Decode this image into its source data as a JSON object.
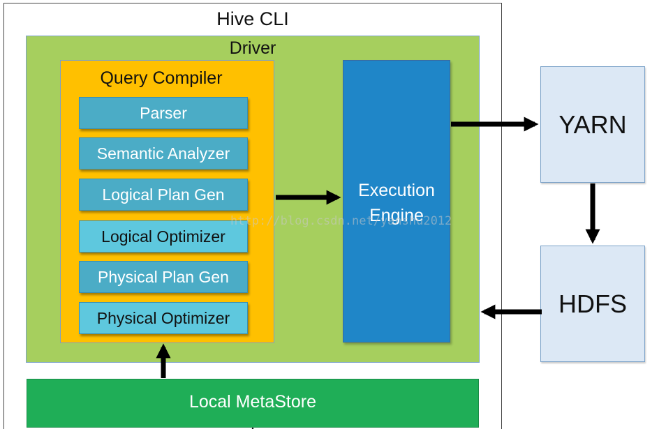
{
  "hive_cli": {
    "title": "Hive CLI"
  },
  "driver": {
    "title": "Driver"
  },
  "query_compiler": {
    "title": "Query Compiler",
    "stages": [
      "Parser",
      "Semantic Analyzer",
      "Logical Plan Gen",
      "Logical Optimizer",
      "Physical Plan Gen",
      "Physical Optimizer"
    ]
  },
  "execution_engine": {
    "line1": "Execution",
    "line2": "Engine"
  },
  "yarn": {
    "label": "YARN"
  },
  "hdfs": {
    "label": "HDFS"
  },
  "metastore": {
    "label": "Local MetaStore"
  },
  "watermark": "http://blog.csdn.net/yanshu2012",
  "colors": {
    "driver": "#a6cf5e",
    "compiler": "#ffc000",
    "stage_dark": "#4bacc6",
    "stage_light": "#5ec8de",
    "engine": "#1f86c8",
    "side_box": "#dce8f5",
    "metastore": "#1fae57"
  }
}
